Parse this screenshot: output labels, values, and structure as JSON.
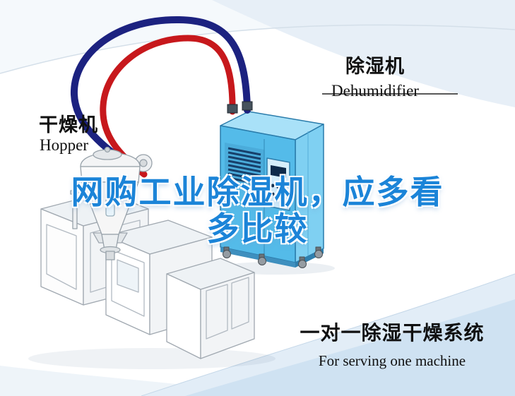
{
  "title": {
    "line1": "网购工业除湿机，应多看",
    "line2": "多比较"
  },
  "labels": {
    "hopper_zh": "干燥机",
    "hopper_en": "Hopper",
    "dehumidifier_zh": "除湿机",
    "dehumidifier_en": "Dehumidifier",
    "system_zh": "一对一除湿干燥系统",
    "system_en": "For serving one machine"
  },
  "colors": {
    "title_blue": "#1b84d8",
    "pipe_navy": "#1c2280",
    "pipe_red": "#c7181c",
    "dehumidifier_blue": "#54bbe9",
    "background_sweep_blue": "#cfe2f2"
  },
  "illustration": {
    "machines": [
      "hopper-dryer",
      "dehumidifier",
      "extruder"
    ]
  }
}
